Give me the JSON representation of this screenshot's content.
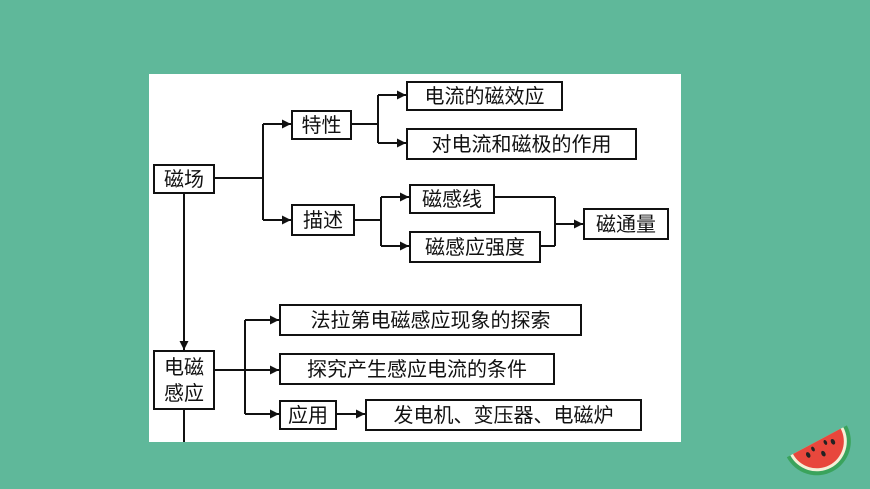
{
  "diagram": {
    "nodes": {
      "cichang": "磁场",
      "texing": "特性",
      "miaoshu": "描述",
      "dianliu_cixiaoying": "电流的磁效应",
      "dui_dianliu_cijixing": "对电流和磁极的作用",
      "ciganxian": "磁感线",
      "ciganying_qiangdu": "磁感应强度",
      "citongliang": "磁通量",
      "dianci_ganying": "电磁感应",
      "falading_tansuo": "法拉第电磁感应现象的探索",
      "tanjiu_tiaojian": "探究产生感应电流的条件",
      "yingyong": "应用",
      "fadianji_etc": "发电机、变压器、电磁炉"
    }
  },
  "colors": {
    "background": "#5fb89a",
    "panel": "#ffffff",
    "line": "#111111",
    "watermelon_flesh": "#e8473c",
    "watermelon_rind": "#3aa35c"
  }
}
